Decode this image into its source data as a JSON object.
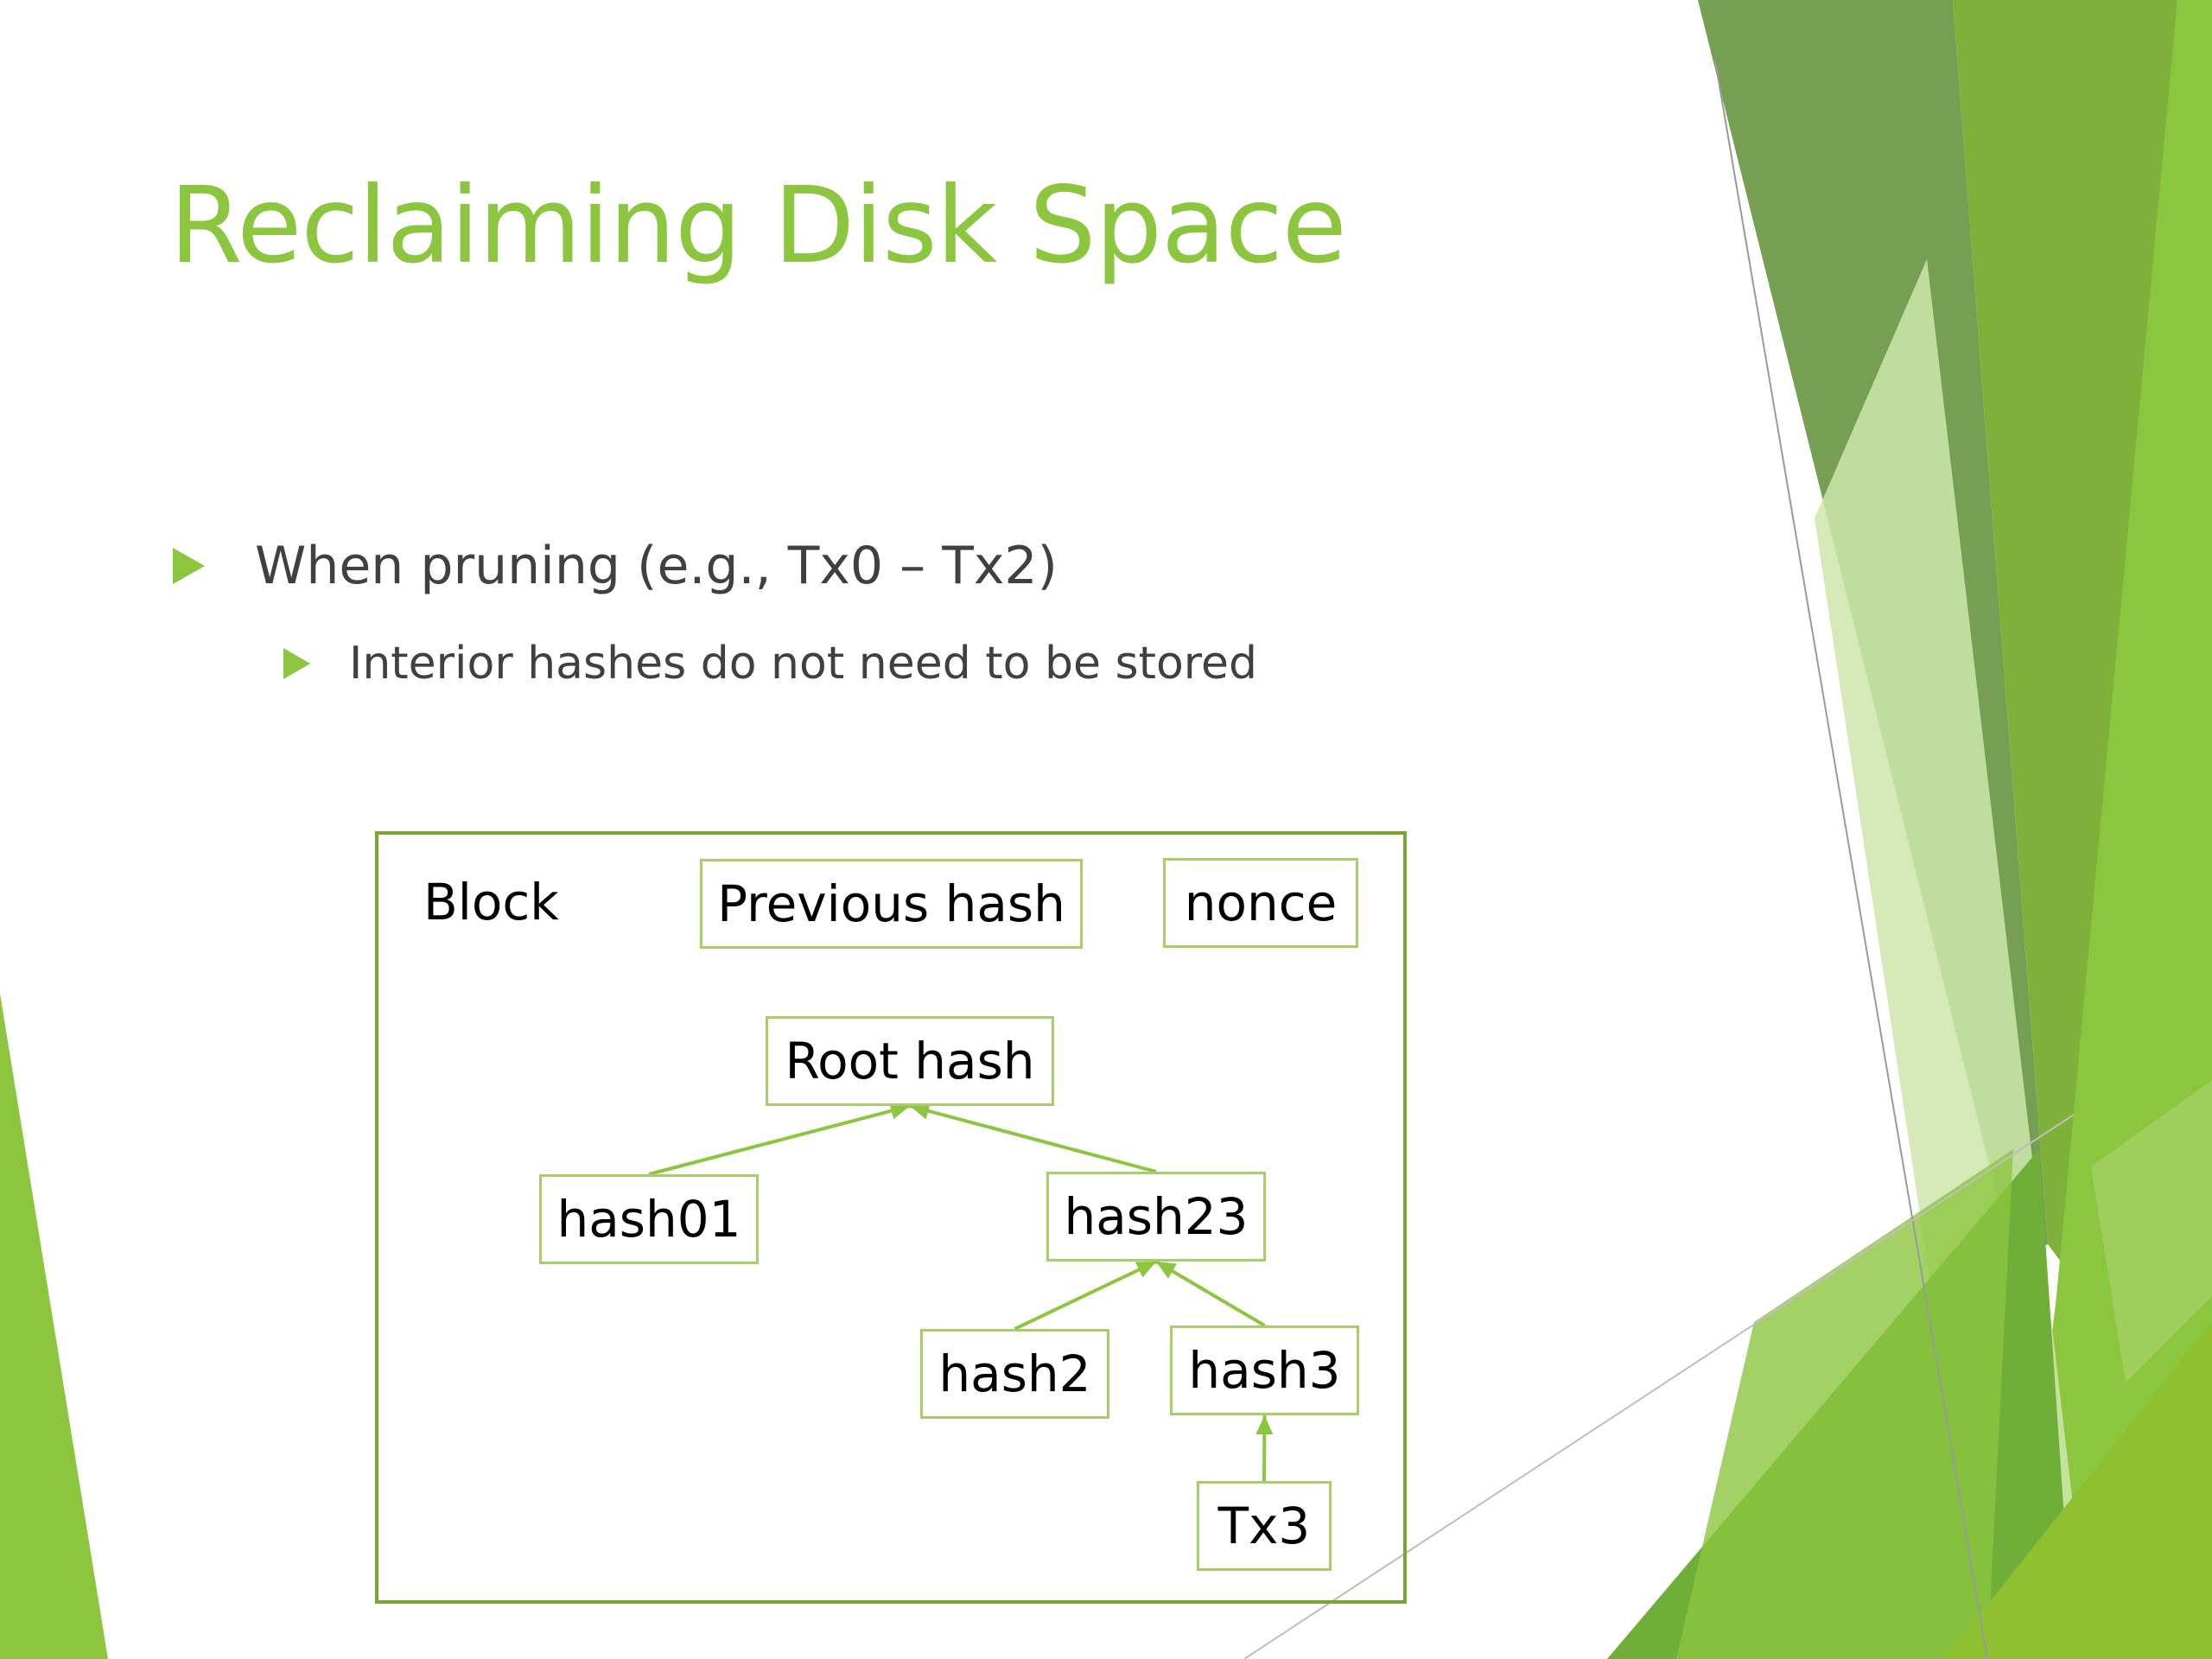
{
  "slide": {
    "title": "Reclaiming Disk Space",
    "bullets": [
      "When pruning (e.g., Tx0 – Tx2)",
      "Interior hashes do not need to be stored"
    ]
  },
  "diagram": {
    "container_label": "Block",
    "nodes": {
      "previous_hash": "Previous hash",
      "nonce": "nonce",
      "root_hash": "Root hash",
      "hash01": "hash01",
      "hash23": "hash23",
      "hash2": "hash2",
      "hash3": "hash3",
      "tx3": "Tx3"
    },
    "edges": [
      [
        "hash01",
        "root_hash"
      ],
      [
        "hash23",
        "root_hash"
      ],
      [
        "hash2",
        "hash23"
      ],
      [
        "hash3",
        "hash23"
      ],
      [
        "tx3",
        "hash3"
      ]
    ]
  },
  "colors": {
    "accent": "#8cc63f",
    "box_border": "#a6cf6b",
    "block_border": "#77a634",
    "body_text": "#404040"
  }
}
